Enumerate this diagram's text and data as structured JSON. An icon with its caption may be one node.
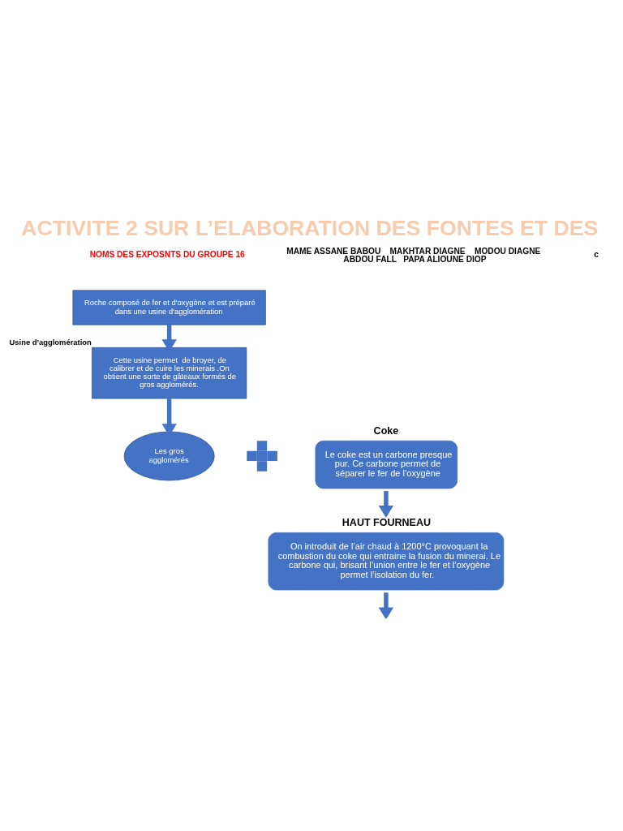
{
  "diagram": {
    "title": "ACTIVITE 2 SUR L’ELABORATION DES FONTES ET DES",
    "nodes": [
      {
        "text": [
          "Roche composé de fer et d'oxygène et est préparé dans une usine d'agglomération"
        ]
      },
      {
        "text": [
          "Cette usine permet  de broyer, de calibrer et de cuire les minerais .On obtient une sorte de gâteaux formés de gros agglomérés."
        ],
        "beside": [
          "Usine d’agglomération"
        ]
      },
      {
        "text": [
          "Les gros agglomérés"
        ]
      },
      {
        "text": [],
        "shape": "plus"
      },
      {
        "text": [
          "Coke",
          "Le coke est un carbone presque pur. Ce carbone permet de séparer le fer de l’oxygène"
        ]
      },
      {
        "text": [
          "HAUT FOURNEAU",
          "On introduit de l’air chaud à 1200°C provoquant la combustion du coke qui entraine la fusion du minerai. Le carbone qui, brisant l’union entre le fer et l’oxygène permet l’isolation du fer."
        ]
      }
    ],
    "edges": [
      {
        "from": 0,
        "to": 1,
        "arrow": "to"
      },
      {
        "from": 1,
        "to": 2,
        "arrow": "to"
      },
      {
        "from": 4,
        "to": 5,
        "arrow": "to"
      },
      {
        "from": 5,
        "to": null,
        "arrow": "to"
      }
    ],
    "labels": [
      "NOMS DES EXPOSNTS DU GROUPE 16",
      "MAME ASSANE BABOU    MAKHTAR DIAGNE    MODOU DIAGNE ABDOU FALL   PAPA ALIOUNE DIOP",
      "c"
    ]
  }
}
